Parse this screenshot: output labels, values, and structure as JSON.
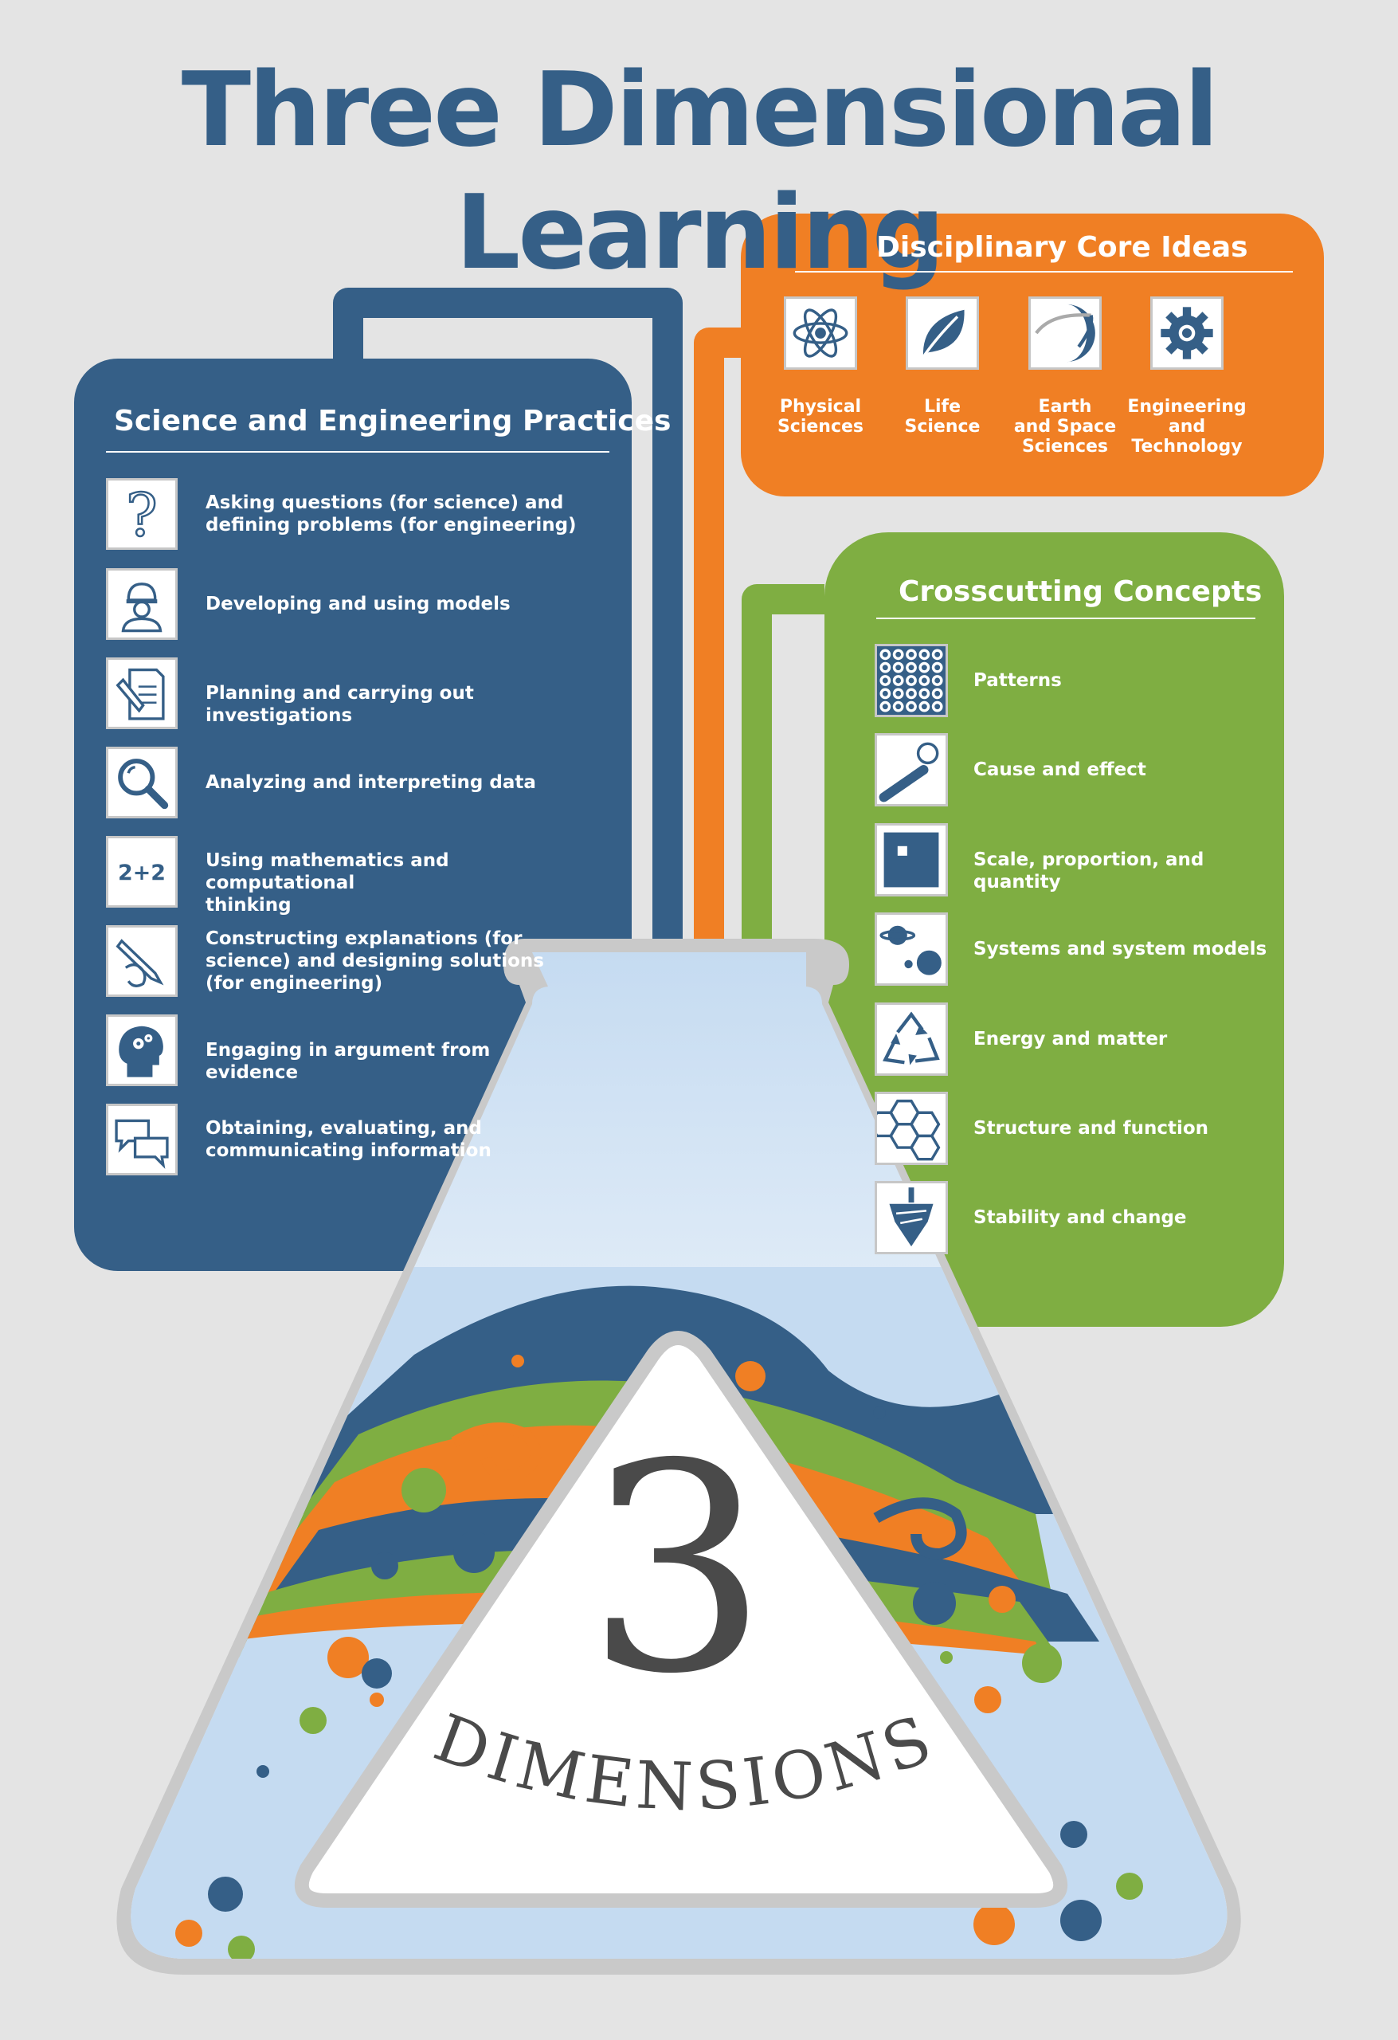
{
  "title": "Three Dimensional Learning",
  "colors": {
    "background": "#e4e4e4",
    "blue": "#355f87",
    "orange": "#f07f24",
    "green": "#7fae42",
    "flask_liquid": "#c5dbf1"
  },
  "practices": {
    "title": "Science and Engineering Practices",
    "items": [
      {
        "icon": "question-mark-icon",
        "label": "Asking questions (for science) and\ndefining problems (for engineering)"
      },
      {
        "icon": "engineer-icon",
        "label": "Developing and using models"
      },
      {
        "icon": "document-pencil-icon",
        "label": "Planning and carrying out investigations"
      },
      {
        "icon": "magnifier-icon",
        "label": "Analyzing and interpreting data"
      },
      {
        "icon": "math-icon",
        "label": "Using mathematics and computational\nthinking",
        "icon_text": "2+2"
      },
      {
        "icon": "hand-pencil-icon",
        "label": "Constructing explanations (for\nscience) and designing solutions\n(for engineering)"
      },
      {
        "icon": "head-gears-icon",
        "label": "Engaging in argument from evidence"
      },
      {
        "icon": "speech-bubbles-icon",
        "label": "Obtaining, evaluating, and\ncommunicating information"
      }
    ]
  },
  "core_ideas": {
    "title": "Disciplinary Core Ideas",
    "items": [
      {
        "icon": "atom-icon",
        "label": "Physical\nSciences"
      },
      {
        "icon": "leaf-icon",
        "label": "Life\nScience"
      },
      {
        "icon": "planet-icon",
        "label": "Earth\nand Space\nSciences"
      },
      {
        "icon": "gear-icon",
        "label": "Engineering\nand\nTechnology"
      }
    ]
  },
  "crosscutting": {
    "title": "Crosscutting Concepts",
    "items": [
      {
        "icon": "pattern-icon",
        "label": "Patterns"
      },
      {
        "icon": "bat-ball-icon",
        "label": "Cause and effect"
      },
      {
        "icon": "square-scale-icon",
        "label": "Scale, proportion, and quantity"
      },
      {
        "icon": "orbit-system-icon",
        "label": "Systems and system models"
      },
      {
        "icon": "recycle-icon",
        "label": "Energy and matter"
      },
      {
        "icon": "hexagon-structure-icon",
        "label": "Structure and function"
      },
      {
        "icon": "spinning-top-icon",
        "label": "Stability and change"
      }
    ]
  },
  "center": {
    "number": "3",
    "word": "DIMENSIONS"
  }
}
